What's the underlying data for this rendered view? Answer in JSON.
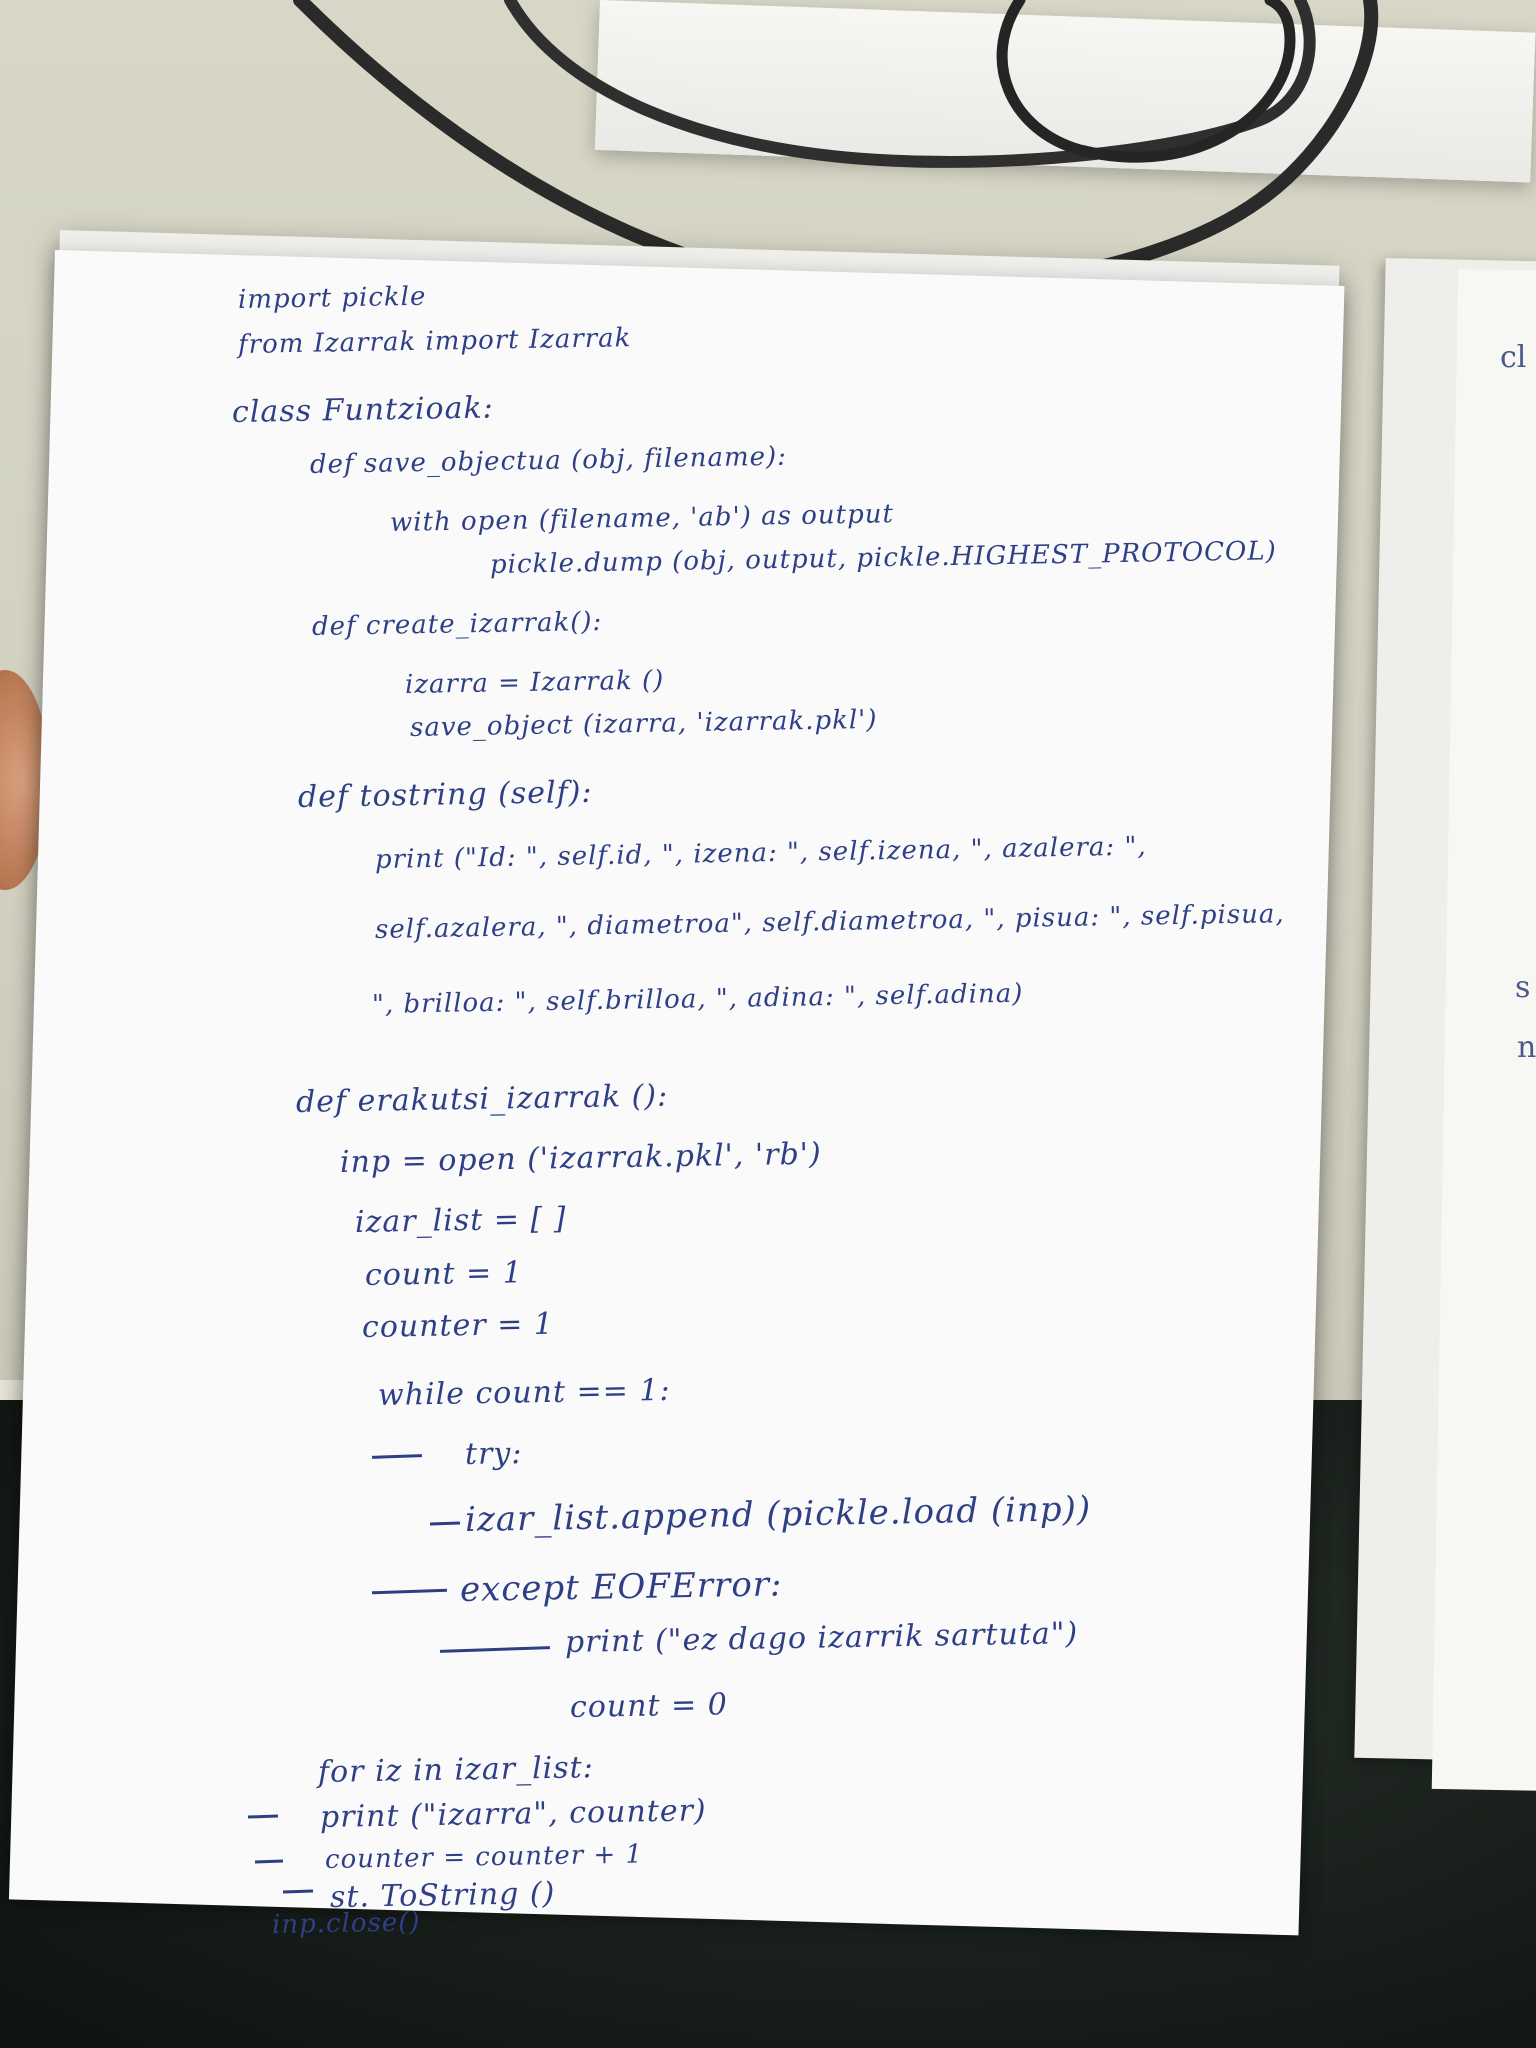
{
  "photo": {
    "subject": "handwritten-python-code-sheet",
    "ink_color": "#2e3f86",
    "paper_color": "#fafafa",
    "desk_color": "#d6d5c5"
  },
  "code_lines": [
    "import pickle",
    "from Izarrak import Izarrak",
    "class Funtzioak:",
    "def save_objectua (obj, filename):",
    "with open (filename, 'ab') as output",
    "pickle.dump (obj, output, pickle.HIGHEST_PROTOCOL)",
    "def create_izarrak():",
    "izarra = Izarrak ()",
    "save_object (izarra, 'izarrak.pkl')",
    "def tostring (self):",
    "print (\"Id: \", self.id, \", izena: \", self.izena, \", azalera: \",",
    "self.azalera, \", diametroa\", self.diametroa, \", pisua: \", self.pisua,",
    "\", brilloa: \", self.brilloa, \", adina: \", self.adina)",
    "def erakutsi_izarrak ():",
    "inp = open ('izarrak.pkl', 'rb')",
    "izar_list = [ ]",
    "count = 1",
    "counter = 1",
    "while count == 1:",
    "try:",
    "izar_list.append (pickle.load (inp))",
    "except EOFError:",
    "print (\"ez dago izarrik sartuta\")",
    "count = 0",
    "for iz in izar_list:",
    "print (\"izarra\", counter)",
    "counter = counter + 1",
    "st. ToString ()",
    "inp.close()"
  ],
  "side_sheet": {
    "line_1": "cl",
    "line_2": "s",
    "line_3": "n"
  }
}
